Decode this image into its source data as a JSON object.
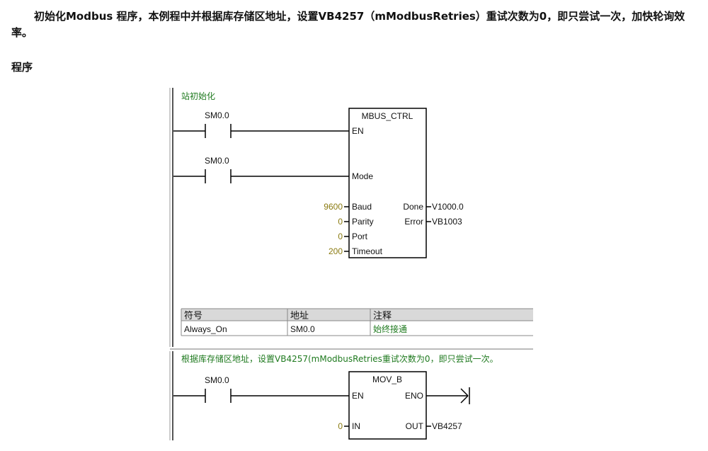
{
  "intro": "初始化Modbus 程序，本例程中并根据库存储区地址，设置VB4257（mModbusRetries）重试次数为0，即只尝试一次，加快轮询效率。",
  "heading": "程序",
  "network1": {
    "comment": "站初始化",
    "contact1": "SM0.0",
    "contact2": "SM0.0",
    "block": {
      "title": "MBUS_CTRL",
      "inputs": [
        "EN",
        "Mode",
        "Baud",
        "Parity",
        "Port",
        "Timeout"
      ],
      "input_values": {
        "baud": "9600",
        "parity": "0",
        "port": "0",
        "timeout": "200"
      },
      "outputs": [
        "Done",
        "Error"
      ],
      "output_values": [
        "V1000.0",
        "VB1003"
      ]
    },
    "symbol_table": {
      "headers": [
        "符号",
        "地址",
        "注释"
      ],
      "rows": [
        [
          "Always_On",
          "SM0.0",
          "始终接通"
        ]
      ]
    }
  },
  "network2": {
    "comment": "根据库存储区地址，设置VB4257(mModbusRetries重试次数为0，即只尝试一次。",
    "contact": "SM0.0",
    "block": {
      "title": "MOV_B",
      "en": "EN",
      "eno": "ENO",
      "in": "IN",
      "out": "OUT",
      "in_value": "0",
      "out_value": "VB4257"
    }
  }
}
